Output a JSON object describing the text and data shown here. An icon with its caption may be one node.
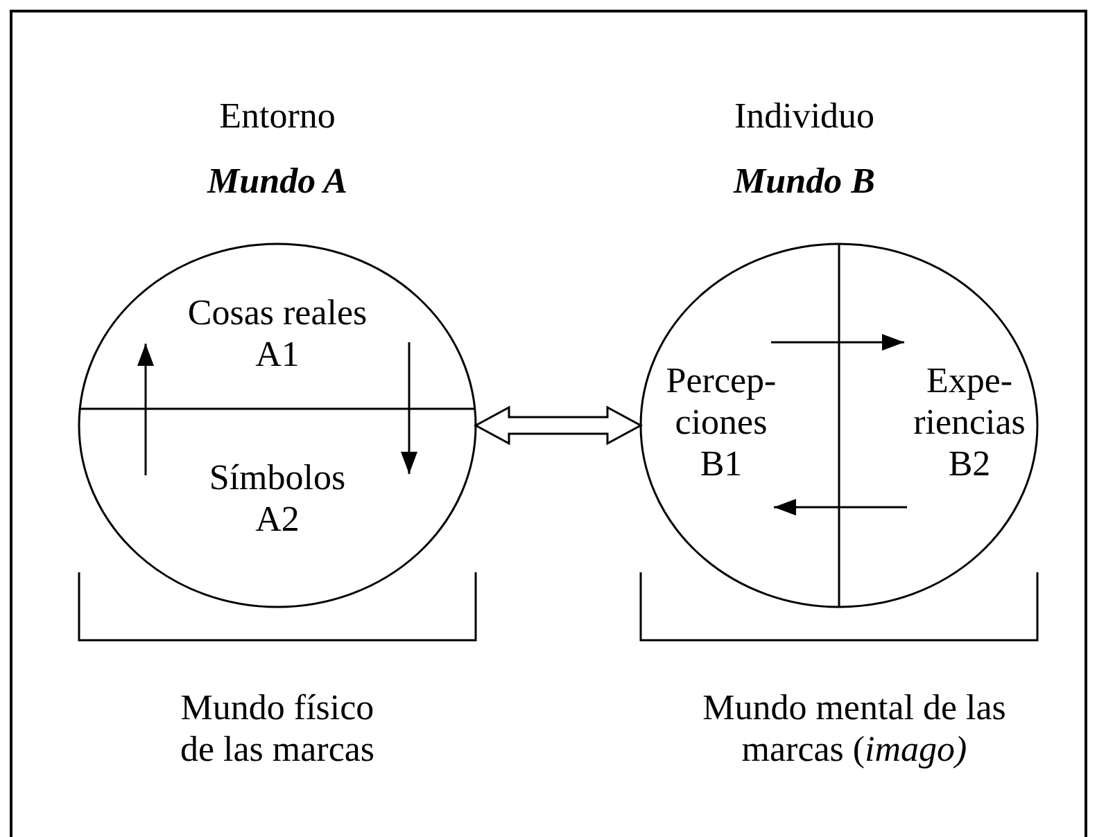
{
  "diagram": {
    "nodes": [
      {
        "text": [],
        "shape": "circle"
      },
      {
        "text": [
          "Cosas reales",
          "A1"
        ],
        "in": 0
      },
      {
        "text": [
          "Símbolos",
          "A2"
        ],
        "in": 0
      },
      {
        "text": [],
        "shape": "circle"
      },
      {
        "text": [
          "Percep- ciones",
          "B1"
        ],
        "in": 3
      },
      {
        "text": [
          "Expe- riencias",
          "B2"
        ],
        "in": 3
      }
    ],
    "edges": [
      {
        "from": 0,
        "to": 3,
        "arrow": "both",
        "style": "thick"
      },
      {
        "from": 2,
        "to": 1,
        "arrow": "to"
      },
      {
        "from": 1,
        "to": 2,
        "arrow": "to"
      },
      {
        "from": 4,
        "to": 5,
        "arrow": "to"
      },
      {
        "from": 5,
        "to": 4,
        "arrow": "to"
      }
    ],
    "labels": [
      "Entorno",
      "Mundo A",
      "Individuo",
      "Mundo B",
      "Mundo físico de las marcas",
      "Mundo mental de las marcas (*imago)*"
    ]
  }
}
